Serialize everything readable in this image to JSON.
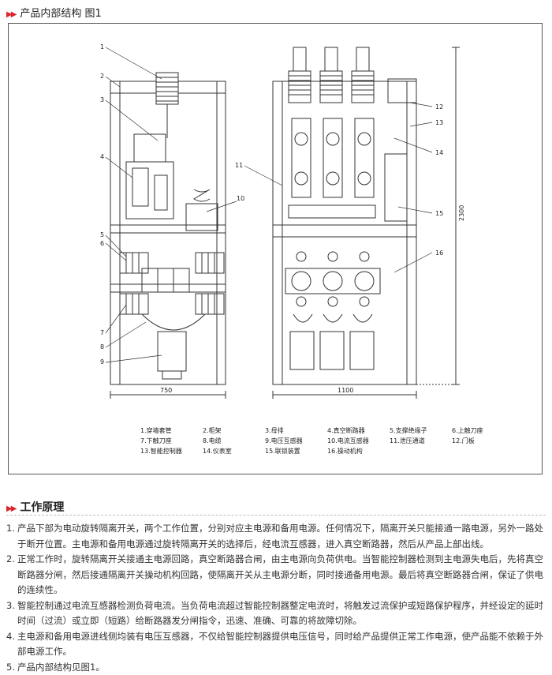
{
  "header": {
    "title": "产品内部结构 图1"
  },
  "drawing": {
    "callouts": [
      "1",
      "2",
      "3",
      "4",
      "5",
      "6",
      "7",
      "8",
      "9",
      "10",
      "11",
      "12",
      "13",
      "14",
      "15",
      "16"
    ],
    "dimensions": {
      "left_width": "750",
      "right_width": "1100",
      "height": "2300"
    }
  },
  "legend": {
    "rows": [
      [
        "1.穿墙套管",
        "2.柜架",
        "3.母排",
        "4.真空断路器",
        "5.支撑绝缘子",
        "6.上触刀座"
      ],
      [
        "7.下触刀座",
        "8.电缆",
        "9.电压互感器",
        "10.电流互感器",
        "11.泄压通道",
        "12.门板"
      ],
      [
        "13.智能控制器",
        "14.仪表室",
        "15.联锁装置",
        "16.操动机构"
      ]
    ]
  },
  "section2": {
    "title": "工作原理",
    "paragraphs": [
      {
        "num": "1.",
        "text": "产品下部为电动旋转隔离开关，两个工作位置，分别对应主电源和备用电源。任何情况下，隔离开关只能接通一路电源，另外一路处于断开位置。主电源和备用电源通过旋转隔离开关的选择后，经电流互感器，进入真空断路器，然后从产品上部出线。"
      },
      {
        "num": "2.",
        "text": "正常工作时，旋转隔离开关接通主电源回路，真空断路器合闸，由主电源向负荷供电。当智能控制器检测到主电源失电后，先将真空断路器分闸，然后接通隔离开关操动机构回路，使隔离开关从主电源分断，同时接通备用电源。最后将真空断路器合闸，保证了供电的连续性。"
      },
      {
        "num": "3.",
        "text": "智能控制通过电流互感器检测负荷电流。当负荷电流超过智能控制器整定电流时，将触发过流保护或短路保护程序，并经设定的延时时间（过流）或立即（短路）给断路器发分闸指令，迅速、准确、可靠的将故障切除。"
      },
      {
        "num": "4.",
        "text": "主电源和备用电源进线侧均装有电压互感器，不仅给智能控制器提供电压信号，同时给产品提供正常工作电源，使产品能不依赖于外部电源工作。"
      },
      {
        "num": "5.",
        "text": "产品内部结构见图1。"
      }
    ]
  }
}
